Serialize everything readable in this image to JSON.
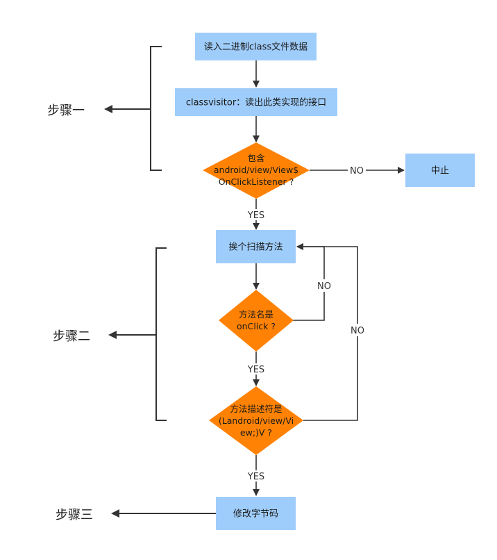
{
  "colors": {
    "process_fill": "#9fcdfb",
    "decision_fill": "#ff8204",
    "line": "#333333"
  },
  "boxes": {
    "read_class": "读入二进制class文件数据",
    "class_visitor": "classvisitor：读出此类实现的接口",
    "abort": "中止",
    "scan_methods": "挨个扫描方法",
    "modify_bytecode": "修改字节码"
  },
  "decisions": {
    "contains_interface": [
      "包含",
      "android/view/View$",
      "OnClickListener ?"
    ],
    "method_name": [
      "方法名是",
      "onClick ?"
    ],
    "method_descriptor": [
      "方法描述符是",
      "(Landroid/view/Vi",
      "ew;)V ?"
    ]
  },
  "edge_labels": {
    "no_1": "NO",
    "yes_1": "YES",
    "no_2": "NO",
    "no_3": "NO",
    "yes_2": "YES",
    "yes_3": "YES"
  },
  "steps": {
    "step_1": "步骤一",
    "step_2": "步骤二",
    "step_3": "步骤三"
  }
}
